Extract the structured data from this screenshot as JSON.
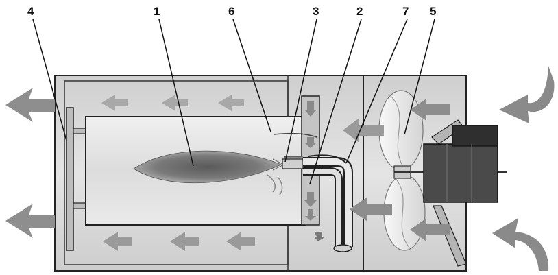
{
  "callouts": [
    "4",
    "1",
    "6",
    "3",
    "2",
    "7",
    "5"
  ],
  "colors": {
    "outline": "#222222",
    "housing_fill": "#d9d9d9",
    "chamber_fill": "#e6e6e6",
    "flame_fill": "#6f6f6f",
    "arrow_fill": "#9a9a9a",
    "fan_fill": "#ededed",
    "motor_fill": "#3f3f3f"
  },
  "icons": [
    "air-outflow-arrow-icon",
    "air-intake-arrow-icon",
    "internal-airflow-arrow-icon",
    "fan-icon",
    "motor-icon",
    "flame-icon"
  ]
}
